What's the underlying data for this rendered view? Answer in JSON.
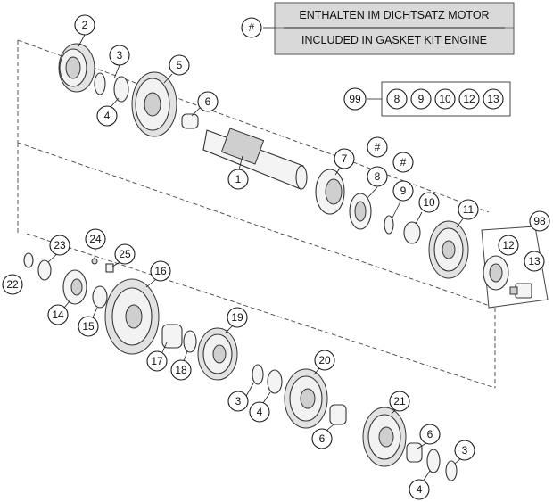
{
  "legend": {
    "symbol": "#",
    "line1": "ENTHALTEN IM DICHTSATZ MOTOR",
    "line2": "INCLUDED IN GASKET KIT ENGINE"
  },
  "kit99": {
    "label": "99",
    "items": [
      "8",
      "9",
      "10",
      "12",
      "13"
    ]
  },
  "kit98": {
    "label": "98",
    "items": [
      "12",
      "13"
    ]
  },
  "callouts": [
    {
      "id": "c-2",
      "text": "2"
    },
    {
      "id": "c-3a",
      "text": "3"
    },
    {
      "id": "c-4a",
      "text": "4"
    },
    {
      "id": "c-5",
      "text": "5"
    },
    {
      "id": "c-6a",
      "text": "6"
    },
    {
      "id": "c-1",
      "text": "1"
    },
    {
      "id": "c-7",
      "text": "7"
    },
    {
      "id": "c-hash8",
      "text": "#"
    },
    {
      "id": "c-8",
      "text": "8"
    },
    {
      "id": "c-hash9",
      "text": "#"
    },
    {
      "id": "c-9",
      "text": "9"
    },
    {
      "id": "c-10",
      "text": "10"
    },
    {
      "id": "c-11",
      "text": "11"
    },
    {
      "id": "c-23",
      "text": "23"
    },
    {
      "id": "c-24",
      "text": "24"
    },
    {
      "id": "c-25",
      "text": "25"
    },
    {
      "id": "c-22",
      "text": "22"
    },
    {
      "id": "c-16",
      "text": "16"
    },
    {
      "id": "c-14",
      "text": "14"
    },
    {
      "id": "c-15",
      "text": "15"
    },
    {
      "id": "c-19",
      "text": "19"
    },
    {
      "id": "c-17",
      "text": "17"
    },
    {
      "id": "c-18",
      "text": "18"
    },
    {
      "id": "c-20",
      "text": "20"
    },
    {
      "id": "c-3b",
      "text": "3"
    },
    {
      "id": "c-4b",
      "text": "4"
    },
    {
      "id": "c-6b",
      "text": "6"
    },
    {
      "id": "c-21",
      "text": "21"
    },
    {
      "id": "c-6c",
      "text": "6"
    },
    {
      "id": "c-3c",
      "text": "3"
    },
    {
      "id": "c-4c",
      "text": "4"
    }
  ]
}
